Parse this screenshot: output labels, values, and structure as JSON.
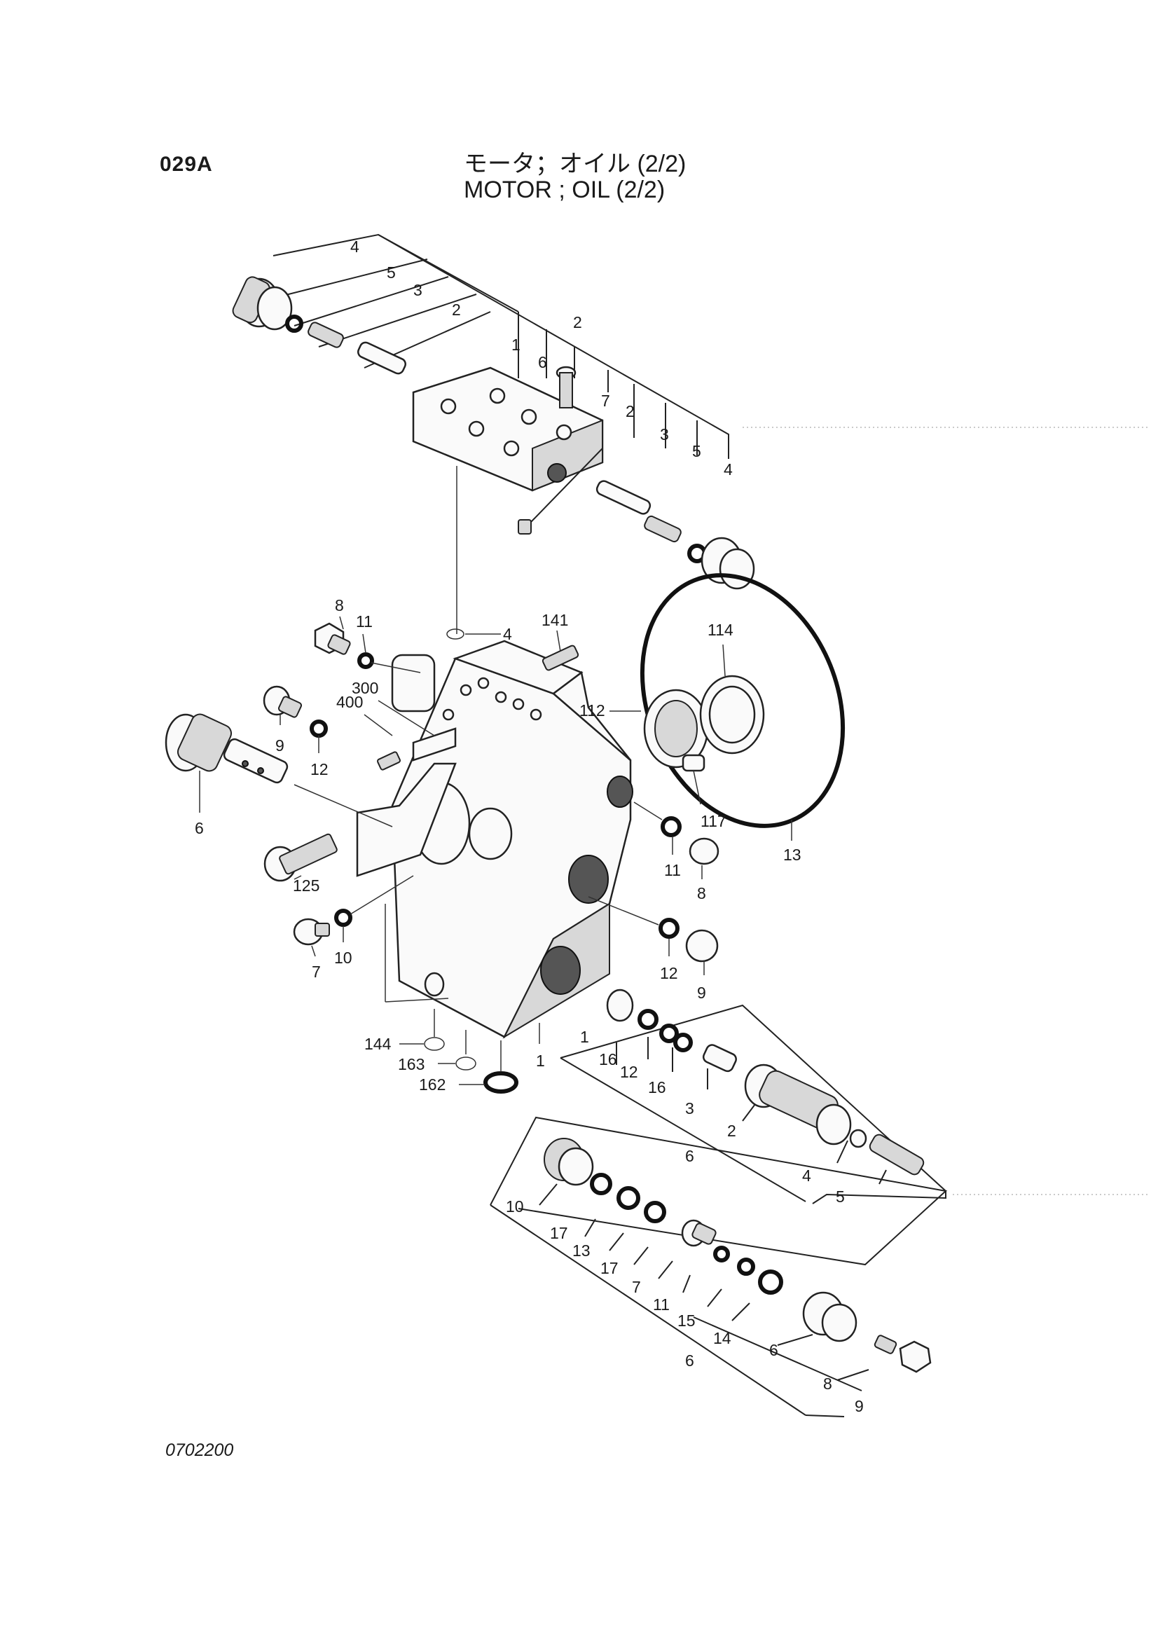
{
  "header": {
    "code": "029A",
    "title_jp": "モータ；オイル (2/2)",
    "title_en": "MOTOR ; OIL (2/2)"
  },
  "footer": {
    "doc_number": "0702200"
  },
  "callouts": {
    "c4a": "4",
    "c5a": "5",
    "c3a": "3",
    "c2a": "2",
    "c1a": "1",
    "c2top": "2",
    "c6a": "6",
    "c7a": "7",
    "c2b": "2",
    "c3b": "3",
    "c5b": "5",
    "c4b": "4",
    "c8a": "8",
    "c11a": "11",
    "c4c": "4",
    "c141": "141",
    "c114": "114",
    "c300": "300",
    "c400": "400",
    "c9a": "9",
    "c12a": "12",
    "c112": "112",
    "c6b": "6",
    "c125": "125",
    "c117": "117",
    "c11b": "11",
    "c8b": "8",
    "c13": "13",
    "c10a": "10",
    "c7b": "7",
    "c12b": "12",
    "c9b": "9",
    "c144": "144",
    "c163": "163",
    "c162": "162",
    "c1b": "1",
    "c1c": "1",
    "c16a": "16",
    "c12c": "12",
    "c16b": "16",
    "c3c": "3",
    "c2c": "2",
    "c6c": "6",
    "c4d": "4",
    "c5c": "5",
    "c10b": "10",
    "c17a": "17",
    "c13b": "13",
    "c17b": "17",
    "c7c": "7",
    "c11c": "11",
    "c15": "15",
    "c14": "14",
    "c6d": "6",
    "c6e": "6",
    "c8c": "8",
    "c9c": "9"
  },
  "icons": [
    "valve-block",
    "motor-housing",
    "cap-screw",
    "o-ring",
    "spring",
    "plug",
    "bearing",
    "seal-ring",
    "spool",
    "lock-nut"
  ]
}
